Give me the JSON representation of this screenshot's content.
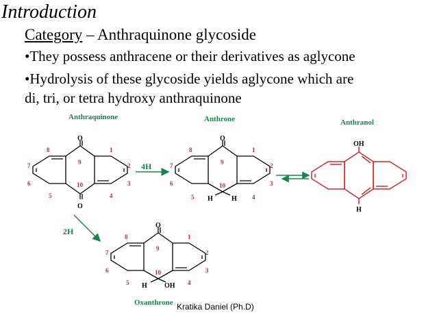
{
  "slide": {
    "title": "Introduction",
    "category_label": "Category",
    "category_text": " – Anthraquinone glycoside",
    "bullet1": "•They possess anthracene or their derivatives as aglycone",
    "bullet2": "•Hydrolysis of these glycoside yields aglycone which are",
    "bullet3": "di, tri, or tetra hydroxy anthraquinone",
    "author": "Kratika Daniel (Ph.D)"
  },
  "labels": {
    "anthraquinone": "Anthraquinone",
    "anthrone": "Anthrone",
    "anthranol": "Anthranol",
    "oxanthrone": "Oxanthrone",
    "arrow_4h": "4H",
    "arrow_2h": "2H"
  },
  "atoms": {
    "o": "O",
    "oh": "OH",
    "h": "H",
    "n1": "1",
    "n2": "2",
    "n3": "3",
    "n4": "4",
    "n5": "5",
    "n6": "6",
    "n7": "7",
    "n8": "8",
    "n9": "9",
    "n10": "10"
  },
  "colors": {
    "green": "#18864a",
    "red": "#d62728",
    "label_red": "#c62828",
    "bond": "#000000"
  }
}
